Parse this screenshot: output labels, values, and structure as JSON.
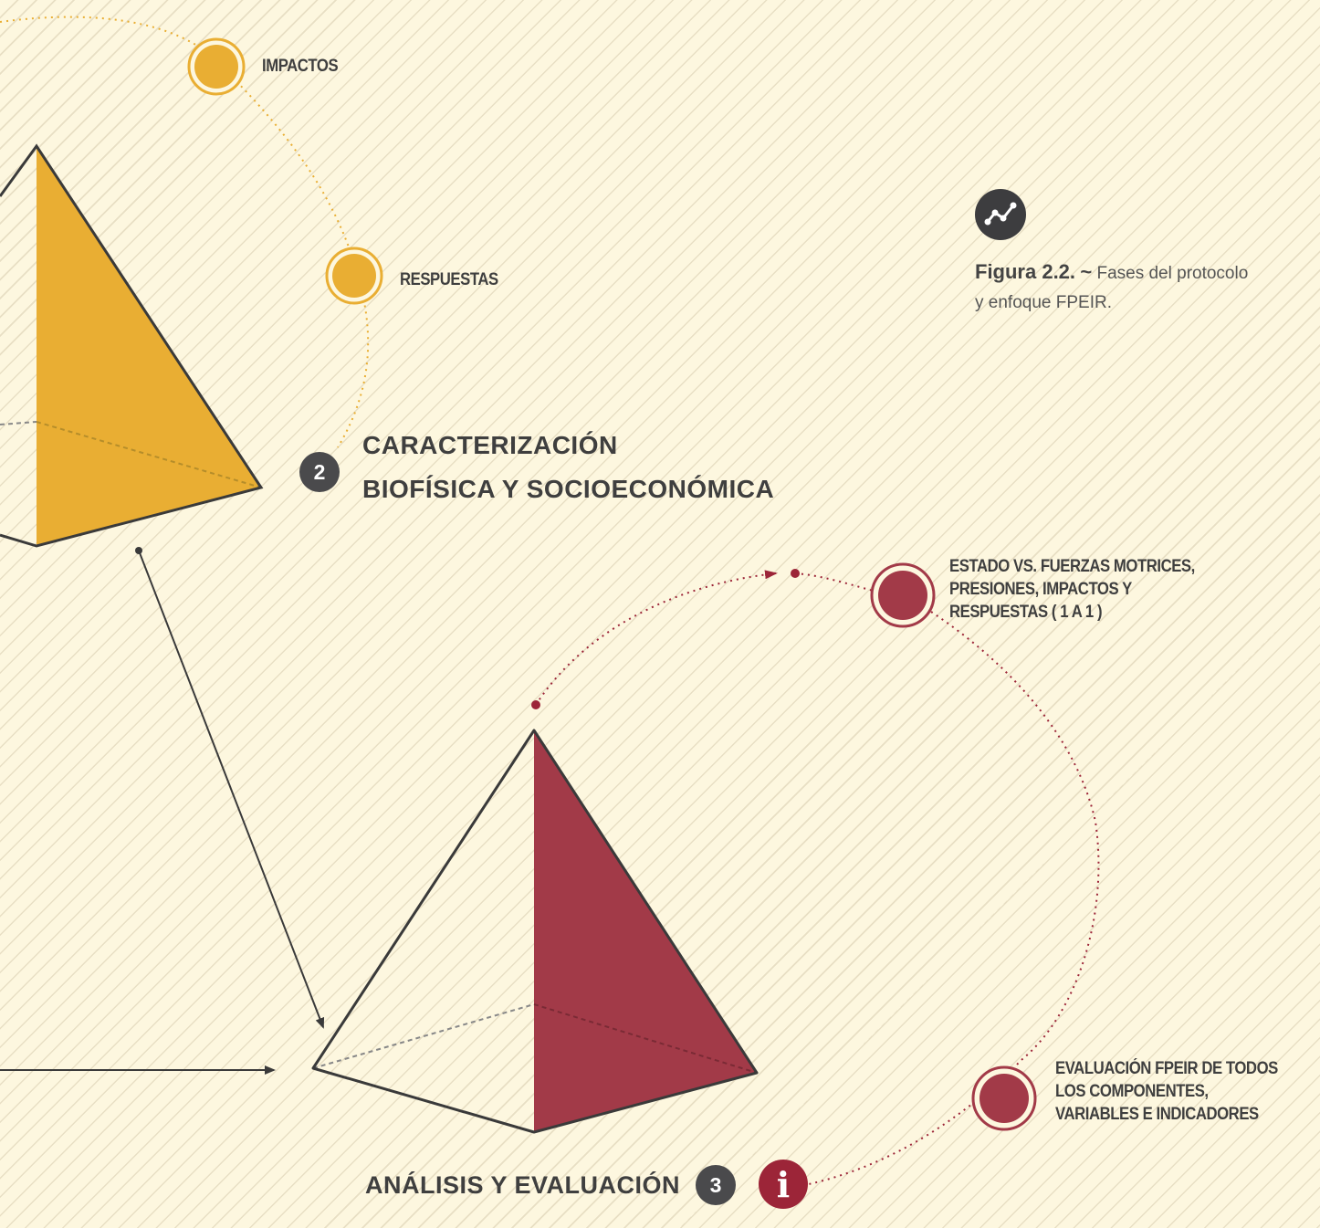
{
  "colors": {
    "yellow": "#e9ae33",
    "red": "#a23a48",
    "dark": "#4a4a4c",
    "info_red": "#9c2538"
  },
  "phase2": {
    "number": "2",
    "title_line1": "CARACTERIZACIÓN",
    "title_line2": "BIOFÍSICA Y SOCIOECONÓMICA",
    "nodes": [
      "IMPACTOS",
      "RESPUESTAS"
    ]
  },
  "phase3": {
    "number": "3",
    "title": "ANÁLISIS Y EVALUACIÓN",
    "node1": [
      "ESTADO VS. FUERZAS  MOTRICES,",
      "PRESIONES, IMPACTOS Y",
      "RESPUESTAS ( 1 A 1 )"
    ],
    "node2": [
      "EVALUACIÓN FPEIR DE TODOS",
      "LOS COMPONENTES,",
      "VARIABLES E INDICADORES"
    ],
    "info_glyph": "i"
  },
  "caption": {
    "icon": "line-chart-icon",
    "figure_label": "Figura 2.2.",
    "separator": "~",
    "text": "Fases del protocolo y enfoque FPEIR."
  }
}
